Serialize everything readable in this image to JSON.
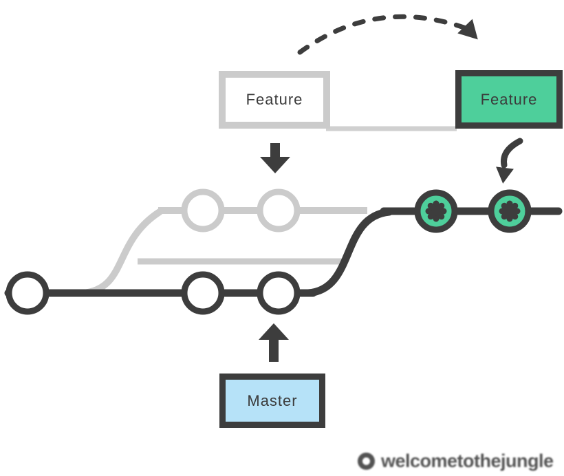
{
  "diagram": {
    "description": "git branch diagram: a feature branch is moved (rebased) from an old gray position onto the tip of master as new green commits",
    "branch_labels": {
      "old_feature": "Feature",
      "new_feature": "Feature",
      "master": "Master"
    },
    "commits": {
      "master_count": 3,
      "old_feature_count": 2,
      "rebased_feature_count": 2
    },
    "colors": {
      "charcoal": "#3d3d3d",
      "ghost_gray": "#cbcbcb",
      "green": "#4ecf9b",
      "light_blue": "#b6e2f8",
      "white": "#ffffff"
    },
    "icons": [
      "dashed-arc-arrow-icon",
      "down-arrow-icon",
      "curved-down-arrow-icon",
      "up-arrow-icon",
      "asterisk-commit-icon",
      "circle-logo-icon"
    ],
    "watermark": {
      "text": "welcometothejungle"
    }
  }
}
